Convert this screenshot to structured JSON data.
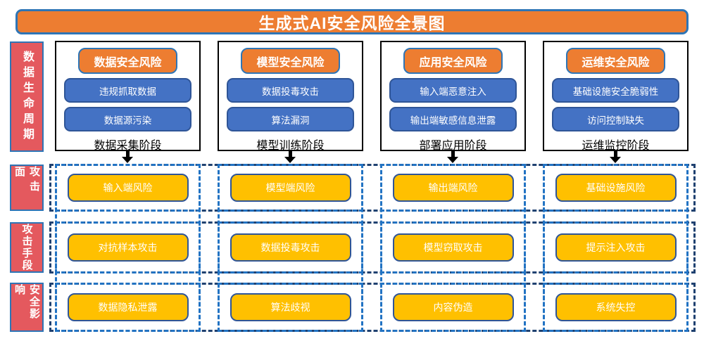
{
  "title": "生成式AI安全风险全景图",
  "lifecycle": {
    "row_label": "数据生命周期",
    "columns": [
      {
        "header": "数据安全风险",
        "risks": [
          "违规抓取数据",
          "数据源污染"
        ],
        "stage": "数据采集阶段"
      },
      {
        "header": "模型安全风险",
        "risks": [
          "数据投毒攻击",
          "算法漏洞"
        ],
        "stage": "模型训练阶段"
      },
      {
        "header": "应用安全风险",
        "risks": [
          "输入端恶意注入",
          "输出端敏感信息泄露"
        ],
        "stage": "部署应用阶段"
      },
      {
        "header": "运维安全风险",
        "risks": [
          "基础设施安全脆弱性",
          "访问控制缺失"
        ],
        "stage": "运维监控阶段"
      }
    ]
  },
  "matrix": {
    "rows": [
      {
        "label": "攻击面",
        "cells": [
          "输入端风险",
          "模型端风险",
          "输出端风险",
          "基础设施风险"
        ]
      },
      {
        "label": "攻击手段",
        "cells": [
          "对抗样本攻击",
          "数据投毒攻击",
          "模型窃取攻击",
          "提示注入攻击"
        ]
      },
      {
        "label": "安全影响",
        "cells": [
          "数据隐私泄露",
          "算法歧视",
          "内容伪造",
          "系统失控"
        ]
      }
    ]
  },
  "colors": {
    "banner_orange": "#ED7D31",
    "banner_border_blue": "#2E75B6",
    "label_red": "#E4595E",
    "risk_blue": "#4472C4",
    "risk_blue_border": "#2F5597",
    "cell_yellow": "#FFC000",
    "dash_bright_blue": "#2273C3",
    "dash_navy": "#1F4170",
    "box_border_black": "#000000"
  }
}
